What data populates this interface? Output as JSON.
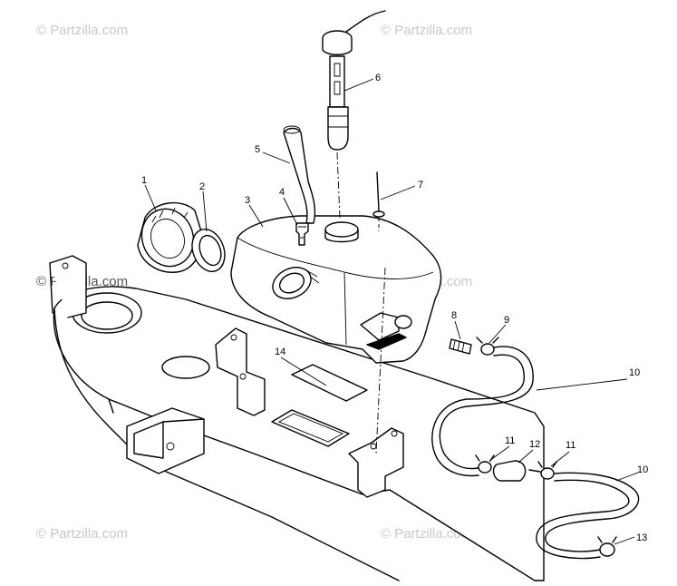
{
  "watermark": {
    "text": "© Partzilla.com",
    "color": "#c9c9c9"
  },
  "callouts": [
    {
      "id": "c1",
      "label": "1"
    },
    {
      "id": "c2",
      "label": "2"
    },
    {
      "id": "c3",
      "label": "3"
    },
    {
      "id": "c4",
      "label": "4"
    },
    {
      "id": "c5",
      "label": "5"
    },
    {
      "id": "c6",
      "label": "6"
    },
    {
      "id": "c7",
      "label": "7"
    },
    {
      "id": "c8",
      "label": "8"
    },
    {
      "id": "c9",
      "label": "9"
    },
    {
      "id": "c10a",
      "label": "10"
    },
    {
      "id": "c10b",
      "label": "10"
    },
    {
      "id": "c11a",
      "label": "11"
    },
    {
      "id": "c11b",
      "label": "11"
    },
    {
      "id": "c12",
      "label": "12"
    },
    {
      "id": "c13",
      "label": "13"
    },
    {
      "id": "c14",
      "label": "14"
    }
  ]
}
